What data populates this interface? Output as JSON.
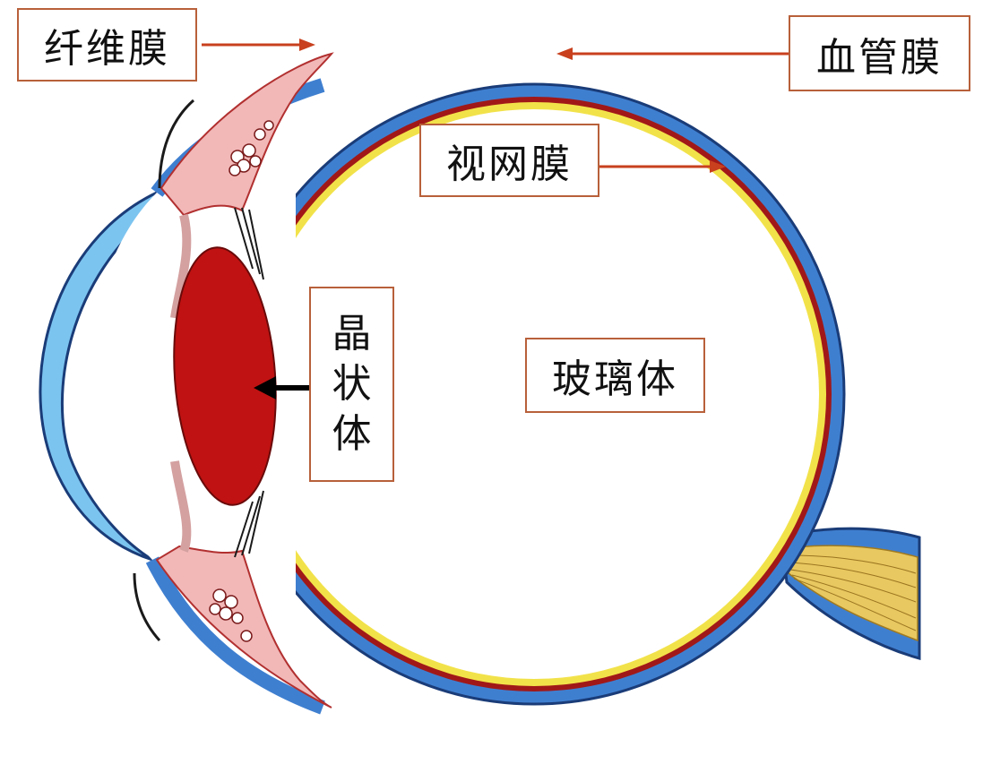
{
  "diagram": {
    "labels": {
      "fibrous_tunic": "纤维膜",
      "vascular_tunic": "血管膜",
      "retina": "视网膜",
      "lens": "晶状体",
      "vitreous_body": "玻璃体"
    },
    "lens_chars": [
      "晶",
      "状",
      "体"
    ],
    "colors": {
      "sclera_blue": "#3f7fd0",
      "cornea_blue": "#7cc4f0",
      "choroid_red": "#a11818",
      "retina_yellow": "#f2e24a",
      "lens_red": "#c01212",
      "ciliary_pink": "#f2b8b8",
      "optic_nerve": "#e8c860",
      "arrow_red": "#c8401e",
      "arrow_black": "#000000",
      "label_border": "#b8603a"
    }
  }
}
